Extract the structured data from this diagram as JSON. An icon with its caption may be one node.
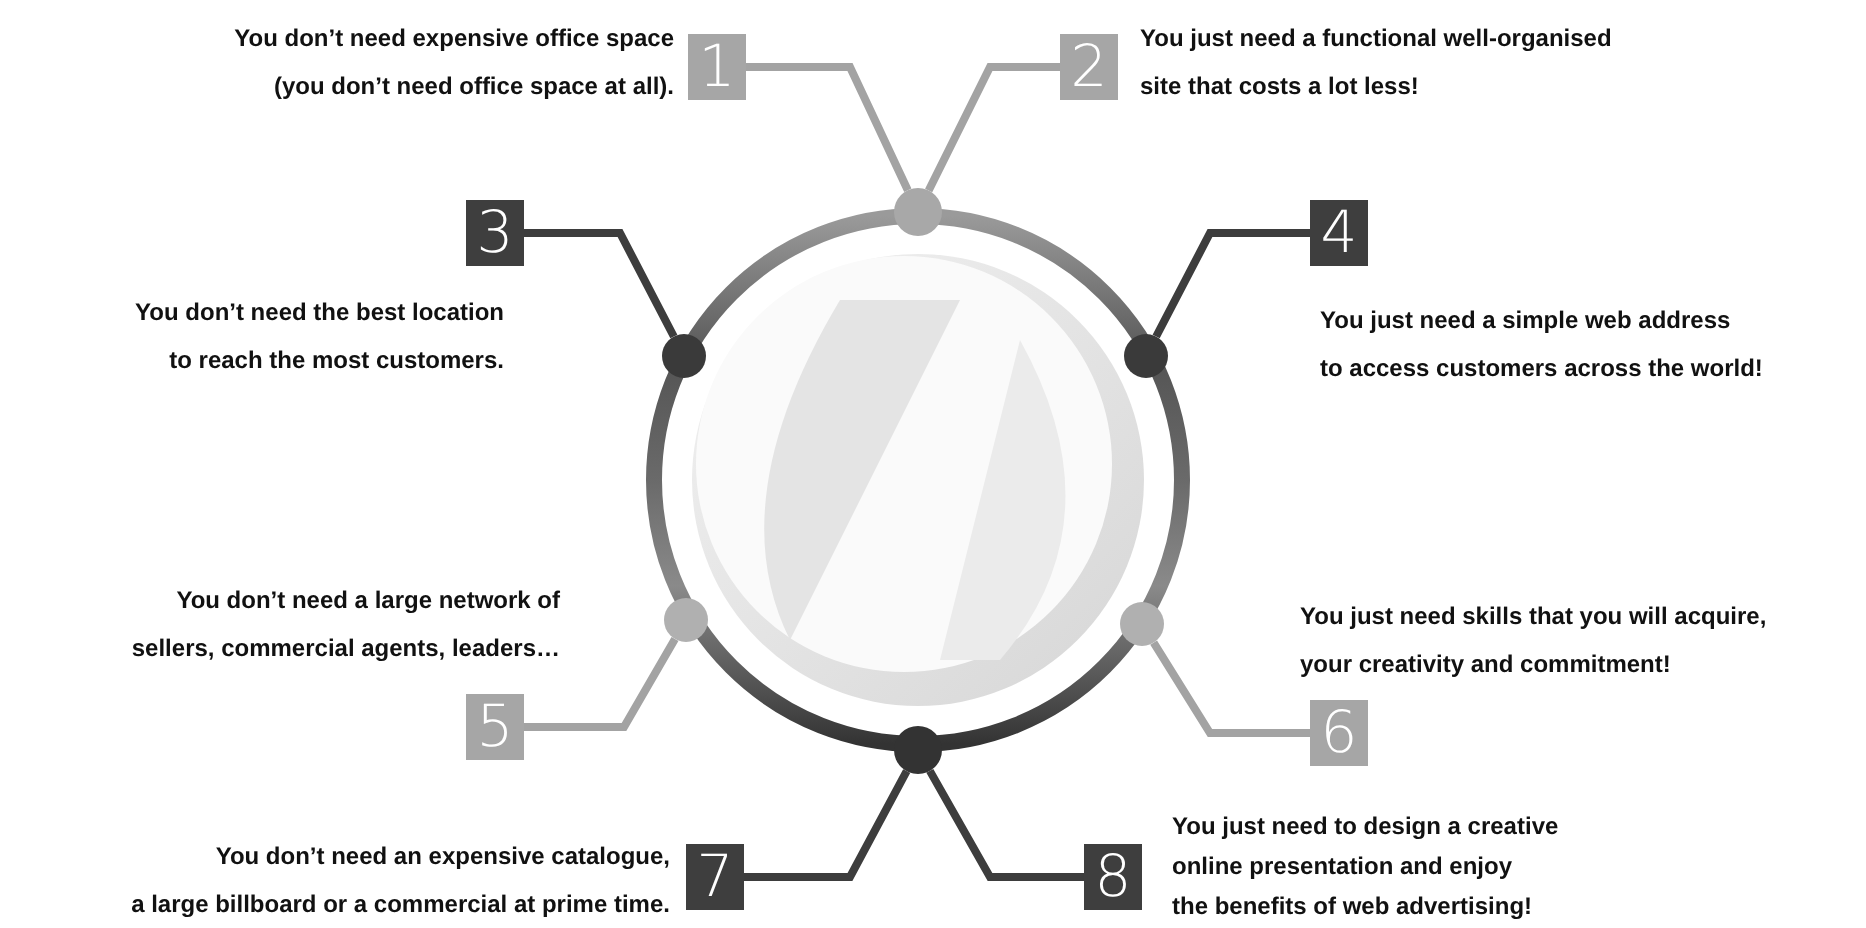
{
  "diagram": {
    "nodes": [
      {
        "text": [
          "1"
        ],
        "beside": [
          "You don’t need expensive office space (you don’t need office space at all)."
        ]
      },
      {
        "text": [
          "2"
        ],
        "beside": [
          "You just need a functional well-organised site that costs a lot less!"
        ]
      },
      {
        "text": [
          "3"
        ],
        "beside": [
          "You don’t need the best location to reach the most customers."
        ]
      },
      {
        "text": [
          "4"
        ],
        "beside": [
          "You just need a simple web address to access customers across the world!"
        ]
      },
      {
        "text": [
          "5"
        ],
        "beside": [
          "You don’t need a large network of sellers, commercial agents, leaders…"
        ]
      },
      {
        "text": [
          "6"
        ],
        "beside": [
          "You just need skills that you will acquire, your creativity and commitment!"
        ]
      },
      {
        "text": [
          "7"
        ],
        "beside": [
          "You don’t need an expensive catalogue, a large billboard or a commercial at prime time."
        ]
      },
      {
        "text": [
          "8"
        ],
        "beside": [
          "You just need to design a creative online presentation and enjoy the benefits of web advertising!"
        ]
      },
      {
        "text": [],
        "shape": "circle"
      },
      {
        "text": [],
        "shape": "circle"
      },
      {
        "text": [],
        "shape": "circle"
      },
      {
        "text": [],
        "shape": "circle"
      },
      {
        "text": [],
        "shape": "circle"
      },
      {
        "text": [],
        "shape": "circle"
      }
    ],
    "edges": [
      {
        "from": 0,
        "to": 8,
        "arrow": "none"
      },
      {
        "from": 1,
        "to": 8,
        "arrow": "none"
      },
      {
        "from": 2,
        "to": 9,
        "arrow": "none",
        "color": "#3d3d3d"
      },
      {
        "from": 3,
        "to": 10,
        "arrow": "none",
        "color": "#3d3d3d"
      },
      {
        "from": 4,
        "to": 11,
        "arrow": "none"
      },
      {
        "from": 5,
        "to": 12,
        "arrow": "none"
      },
      {
        "from": 6,
        "to": 13,
        "arrow": "none",
        "color": "#3d3d3d"
      },
      {
        "from": 7,
        "to": 13,
        "arrow": "none",
        "color": "#3d3d3d"
      }
    ]
  }
}
